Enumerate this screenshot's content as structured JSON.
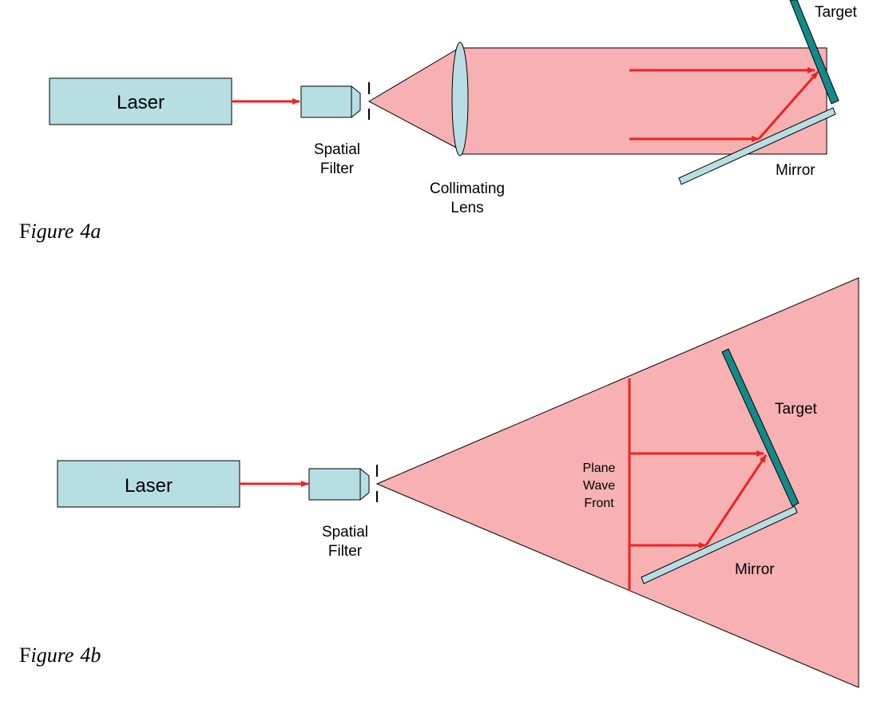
{
  "figure_a": {
    "laser_label": "Laser",
    "filter_label_line1": "Spatial",
    "filter_label_line2": "Filter",
    "lens_label_line1": "Collimating",
    "lens_label_line2": "Lens",
    "target_label": "Target",
    "mirror_label": "Mirror",
    "caption_prefix": "F",
    "caption_italic": "igure",
    "caption_num": "4",
    "caption_letter": "a"
  },
  "figure_b": {
    "laser_label": "Laser",
    "filter_label_line1": "Spatial",
    "filter_label_line2": "Filter",
    "wavefront_line1": "Plane",
    "wavefront_line2": "Wave",
    "wavefront_line3": "Front",
    "target_label": "Target",
    "mirror_label": "Mirror",
    "caption_prefix": "F",
    "caption_italic": "igure",
    "caption_num": "4",
    "caption_letter": "b"
  },
  "colors": {
    "beam": "#f7b1b3",
    "laser_box": "#b7dee3",
    "target": "#138a8a",
    "ray": "#ee2222"
  }
}
